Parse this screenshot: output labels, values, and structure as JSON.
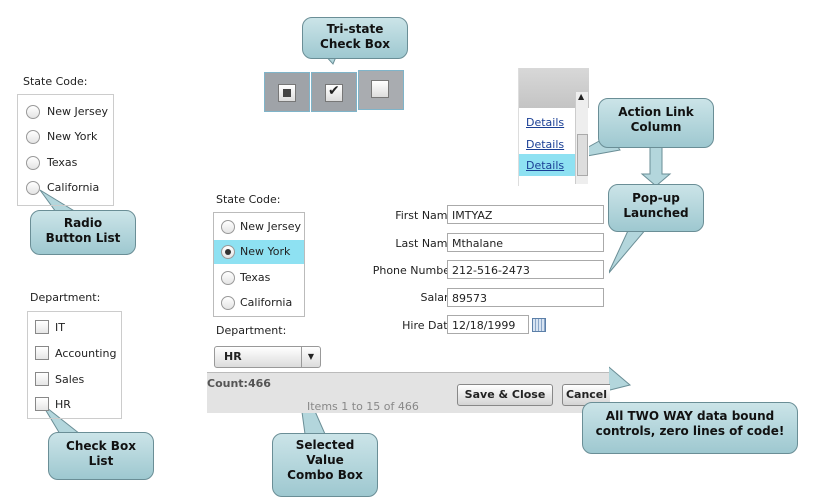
{
  "tristate": {
    "callout": "Tri-state\nCheck Box"
  },
  "left_radio": {
    "label": "State Code:",
    "options": [
      "New Jersey",
      "New York",
      "Texas",
      "California"
    ],
    "callout": "Radio\nButton List"
  },
  "left_check": {
    "label": "Department:",
    "options": [
      "IT",
      "Accounting",
      "Sales",
      "HR"
    ],
    "callout": "Check Box\nList"
  },
  "grid": {
    "links": [
      "Details",
      "Details",
      "Details"
    ],
    "callout": "Action Link\nColumn",
    "count": "Count:466",
    "paging": "Items 1 to 15 of 466"
  },
  "popup": {
    "callout": "Pop-up\nLaunched",
    "state_label": "State Code:",
    "state_options": [
      "New Jersey",
      "New York",
      "Texas",
      "California"
    ],
    "state_selected": "New York",
    "dept_label": "Department:",
    "dept_value": "HR",
    "fields": {
      "first_name": {
        "label": "First Name:",
        "value": "IMTYAZ"
      },
      "last_name": {
        "label": "Last Name:",
        "value": "Mthalane"
      },
      "phone": {
        "label": "Phone Number:",
        "value": "212-516-2473"
      },
      "salary": {
        "label": "Salary:",
        "value": "89573"
      },
      "hire_date": {
        "label": "Hire Date:",
        "value": "12/18/1999"
      }
    },
    "save_label": "Save & Close",
    "cancel_label": "Cancel"
  },
  "combo_callout": "Selected\nValue\nCombo Box",
  "binding_callout": "All TWO WAY data bound\ncontrols, zero lines of code!"
}
